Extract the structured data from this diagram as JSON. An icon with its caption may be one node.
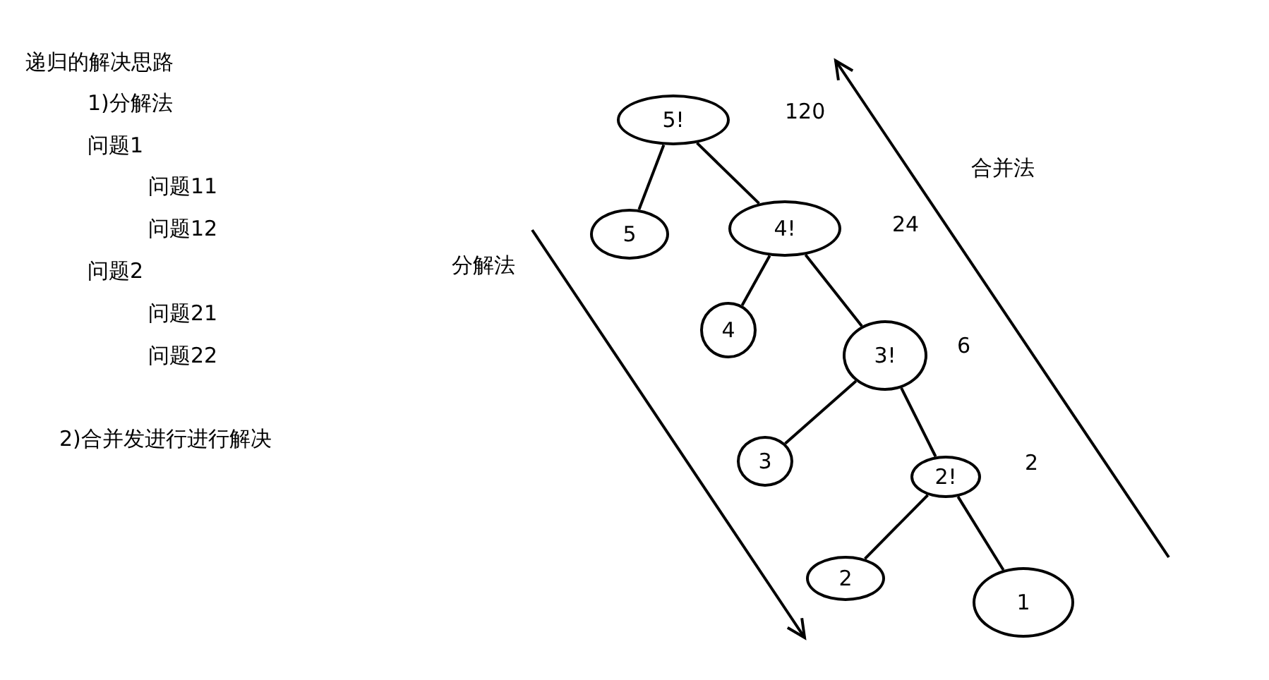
{
  "diagram": {
    "nodes": [
      {
        "text": [
          "5!"
        ],
        "beside": [
          "120"
        ]
      },
      {
        "text": [
          "5"
        ]
      },
      {
        "text": [
          "4!"
        ],
        "beside": [
          "24"
        ]
      },
      {
        "text": [
          "4"
        ]
      },
      {
        "text": [
          "3!"
        ],
        "beside": [
          "6"
        ]
      },
      {
        "text": [
          "3"
        ]
      },
      {
        "text": [
          "2!"
        ],
        "beside": [
          "2"
        ]
      },
      {
        "text": [
          "2"
        ]
      },
      {
        "text": [
          "1"
        ]
      }
    ],
    "edges": [
      {
        "from": 0,
        "to": 1,
        "arrow": "none"
      },
      {
        "from": 0,
        "to": 2,
        "arrow": "none"
      },
      {
        "from": 2,
        "to": 3,
        "arrow": "none"
      },
      {
        "from": 2,
        "to": 4,
        "arrow": "none"
      },
      {
        "from": 4,
        "to": 5,
        "arrow": "none"
      },
      {
        "from": 4,
        "to": 6,
        "arrow": "none"
      },
      {
        "from": 6,
        "to": 7,
        "arrow": "none"
      },
      {
        "from": 6,
        "to": 8,
        "arrow": "none"
      }
    ],
    "labels": [
      "递归的解决思路",
      "1)分解法",
      "问题1",
      "问题11",
      "问题12",
      "问题2",
      "问题21",
      "问题22",
      "2)合并发进行进行解决",
      "合并法",
      "分解法"
    ]
  }
}
